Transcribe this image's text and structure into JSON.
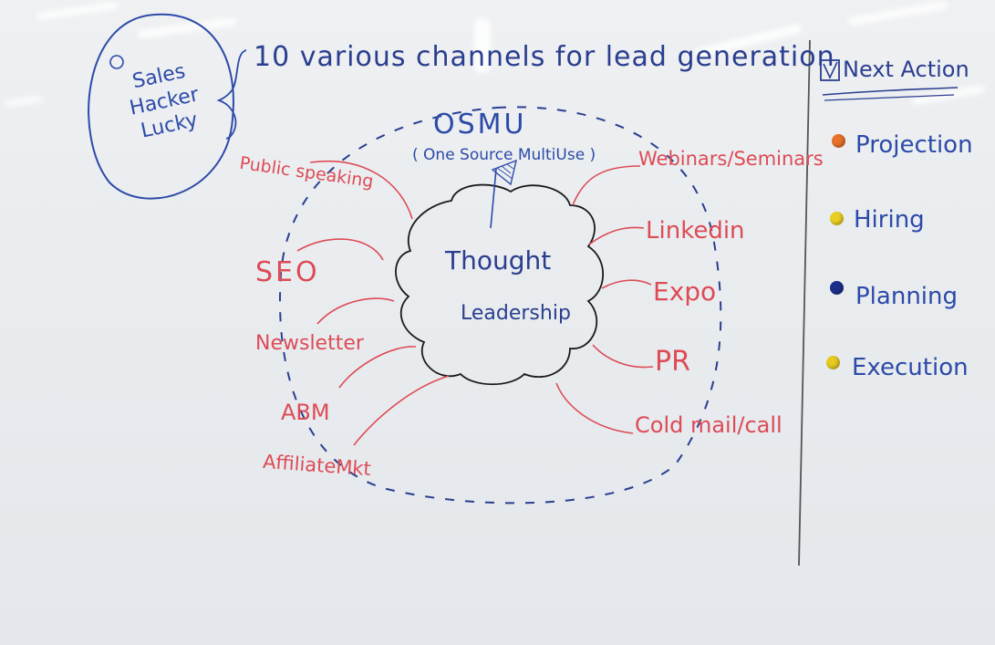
{
  "brand": {
    "circle_lines": [
      "Sales",
      "Hacker",
      "Lucky"
    ]
  },
  "heading": "10 various channels for lead generation",
  "center": {
    "osmu": "OSMU",
    "osmu_sub": "( One Source MultiUse )",
    "cloud_line1": "Thought",
    "cloud_line2": "Leadership"
  },
  "channels": {
    "left": [
      "Public speaking",
      "SEO",
      "Newsletter",
      "ABM",
      "AffiliateMkt"
    ],
    "right": [
      "Webinars/Seminars",
      "Linkedin",
      "Expo",
      "PR",
      "Cold mail/call"
    ]
  },
  "next_action": {
    "title": "Next Action",
    "items": [
      {
        "label": "Projection",
        "color": "#e8712b"
      },
      {
        "label": "Hiring",
        "color": "#e9cf22"
      },
      {
        "label": "Planning",
        "color": "#1b2f8a"
      },
      {
        "label": "Execution",
        "color": "#e7c922"
      }
    ]
  },
  "colors": {
    "blue_marker": "#2c4aa8",
    "red_marker": "#dd4b55",
    "board": "#eceff1"
  }
}
